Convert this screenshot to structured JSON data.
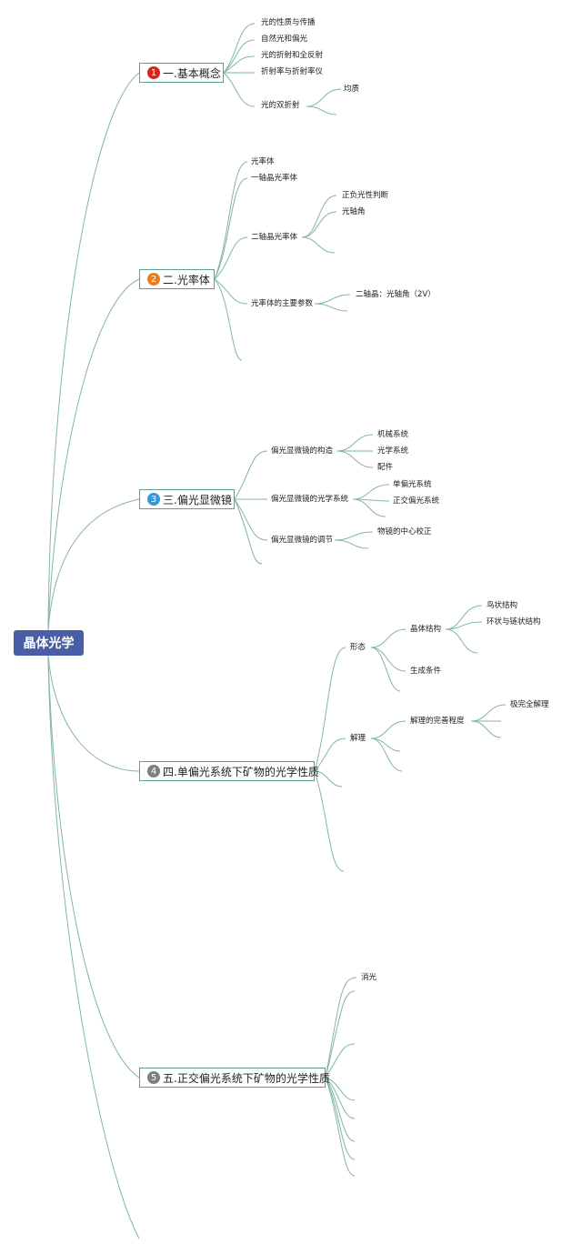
{
  "root": "晶体光学",
  "branches": [
    {
      "num": "1",
      "label": "一.基本概念",
      "color": "#d9251c"
    },
    {
      "num": "2",
      "label": "二.光率体",
      "color": "#e67e22"
    },
    {
      "num": "3",
      "label": "三.偏光显微镜",
      "color": "#3498db"
    },
    {
      "num": "4",
      "label": "四.单偏光系统下矿物的光学性质",
      "color": "#7f7f7f"
    },
    {
      "num": "5",
      "label": "五.正交偏光系统下矿物的光学性质",
      "color": "#7f7f7f"
    }
  ],
  "b1": {
    "l1": "光的性质与传播",
    "l2": "自然光和偏光",
    "l3": "光的折射和全反射",
    "l4": "折射率与折射率仪",
    "l5": "光的双折射",
    "l5a": "均质"
  },
  "b2": {
    "l1": "光率体",
    "l2": "一轴晶光率体",
    "l3": "二轴晶光率体",
    "l3a": "正负光性判断",
    "l3b": "光轴角",
    "l4": "光率体的主要参数",
    "l4a": "二轴晶：光轴角（2V）"
  },
  "b3": {
    "l1": "偏光显微镜的构造",
    "l1a": "机械系统",
    "l1b": "光学系统",
    "l1c": "配件",
    "l2": "偏光显微镜的光学系统",
    "l2a": "单偏光系统",
    "l2b": "正交偏光系统",
    "l3": "偏光显微镜的调节",
    "l3a": "物镜的中心校正"
  },
  "b4": {
    "l1": "形态",
    "l1a": "晶体结构",
    "l1a1": "鸟状结构",
    "l1a2": "环状与链状结构",
    "l1b": "生成条件",
    "l2": "解理",
    "l2a": "解理的完善程度",
    "l2a1": "极完全解理"
  },
  "b5": {
    "l1": "消光"
  }
}
